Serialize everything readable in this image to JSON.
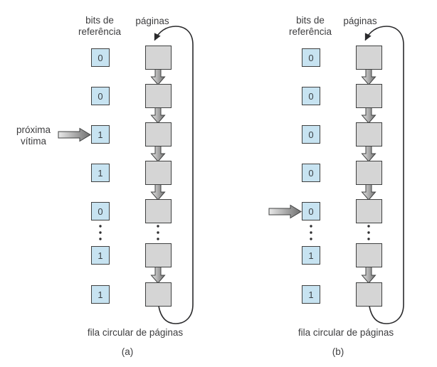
{
  "figure": {
    "description_colors": {
      "reference_bit_box_fill": "#c7e3f1",
      "page_box_fill": "#d5d5d5",
      "box_border": "#3f4040",
      "line": "#2a2a2c",
      "text": "#3d3d3f",
      "arrow_gradient_start": "#e9e9e9",
      "arrow_gradient_end": "#6f6f6f"
    }
  },
  "panels": [
    {
      "caption": "(a)",
      "headers": {
        "bits_line1": "bits de",
        "bits_line2": "referência",
        "pages": "páginas"
      },
      "pointer": {
        "label_line1": "próxima",
        "label_line2": "vítima",
        "points_to_bit_row": 3
      },
      "bits": [
        "0",
        "0",
        "1",
        "1",
        "0",
        "1",
        "1"
      ],
      "footer": "fila circular de páginas"
    },
    {
      "caption": "(b)",
      "headers": {
        "bits_line1": "bits de",
        "bits_line2": "referência",
        "pages": "páginas"
      },
      "pointer": {
        "points_to_bit_row": 5
      },
      "bits": [
        "0",
        "0",
        "0",
        "0",
        "0",
        "1",
        "1"
      ],
      "footer": "fila circular de páginas"
    }
  ]
}
